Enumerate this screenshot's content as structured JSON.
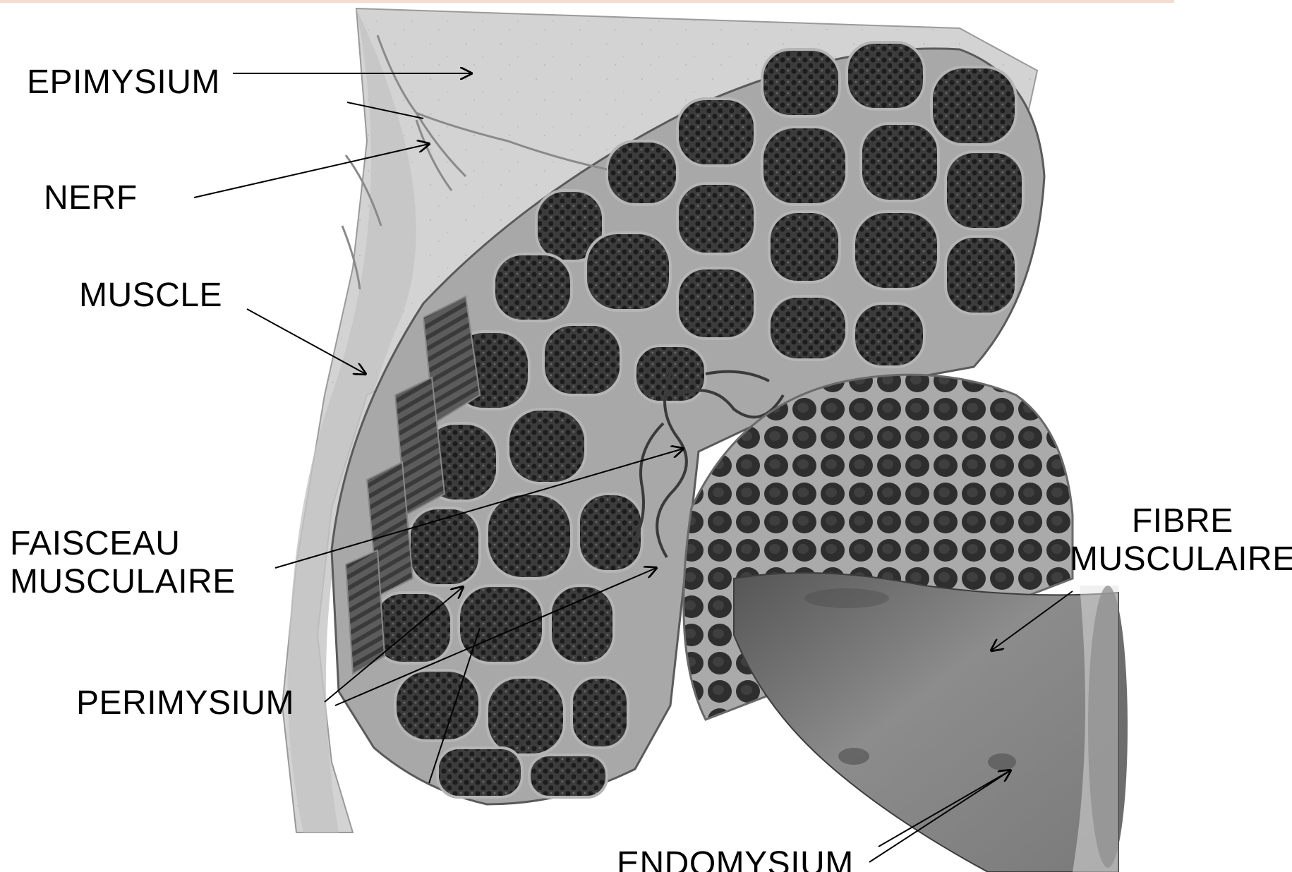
{
  "labels": {
    "epimysium": "EPIMYSIUM",
    "nerf": "NERF",
    "muscle": "MUSCLE",
    "faisceau_line1": "FAISCEAU",
    "faisceau_line2": "MUSCULAIRE",
    "perimysium": "PERIMYSIUM",
    "fibre_line1": "FIBRE",
    "fibre_line2": "MUSCULAIRE",
    "endomysium": "ENDOMYSIUM"
  },
  "colors": {
    "fascicle_fill": "#4a4a4a",
    "tissue_fill": "#bdbdbd",
    "sheath_fill": "#d6d6d6",
    "fiber_fill": "#8a8a8a",
    "leader_line": "#000000"
  }
}
